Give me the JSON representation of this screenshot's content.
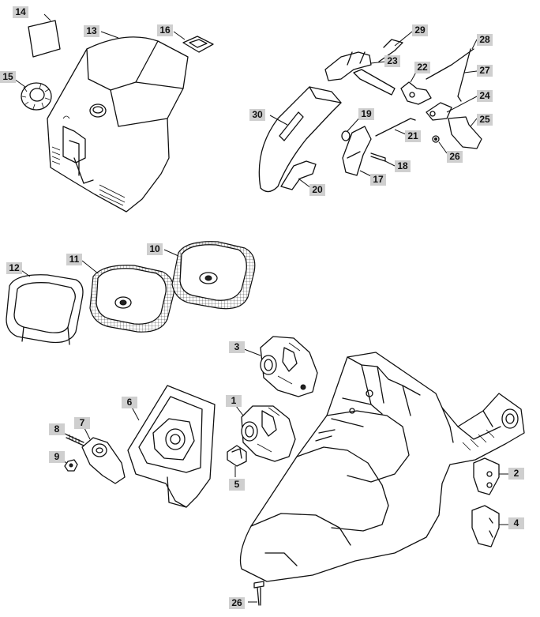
{
  "diagram": {
    "callouts": [
      {
        "id": "c1",
        "text": "1"
      },
      {
        "id": "c2",
        "text": "2"
      },
      {
        "id": "c3",
        "text": "3"
      },
      {
        "id": "c4",
        "text": "4"
      },
      {
        "id": "c5",
        "text": "5"
      },
      {
        "id": "c6",
        "text": "6"
      },
      {
        "id": "c7",
        "text": "7"
      },
      {
        "id": "c8",
        "text": "8"
      },
      {
        "id": "c9",
        "text": "9"
      },
      {
        "id": "c10",
        "text": "10"
      },
      {
        "id": "c11",
        "text": "11"
      },
      {
        "id": "c12",
        "text": "12"
      },
      {
        "id": "c13",
        "text": "13"
      },
      {
        "id": "c14",
        "text": "14"
      },
      {
        "id": "c15",
        "text": "15"
      },
      {
        "id": "c16",
        "text": "16"
      },
      {
        "id": "c17",
        "text": "17"
      },
      {
        "id": "c18",
        "text": "18"
      },
      {
        "id": "c19",
        "text": "19"
      },
      {
        "id": "c20",
        "text": "20"
      },
      {
        "id": "c21",
        "text": "21"
      },
      {
        "id": "c22",
        "text": "22"
      },
      {
        "id": "c23",
        "text": "23"
      },
      {
        "id": "c24",
        "text": "24"
      },
      {
        "id": "c25",
        "text": "25"
      },
      {
        "id": "c26a",
        "text": "26"
      },
      {
        "id": "c26b",
        "text": "26"
      },
      {
        "id": "c27",
        "text": "27"
      },
      {
        "id": "c28",
        "text": "28"
      },
      {
        "id": "c29",
        "text": "29"
      },
      {
        "id": "c30",
        "text": "30"
      }
    ]
  }
}
